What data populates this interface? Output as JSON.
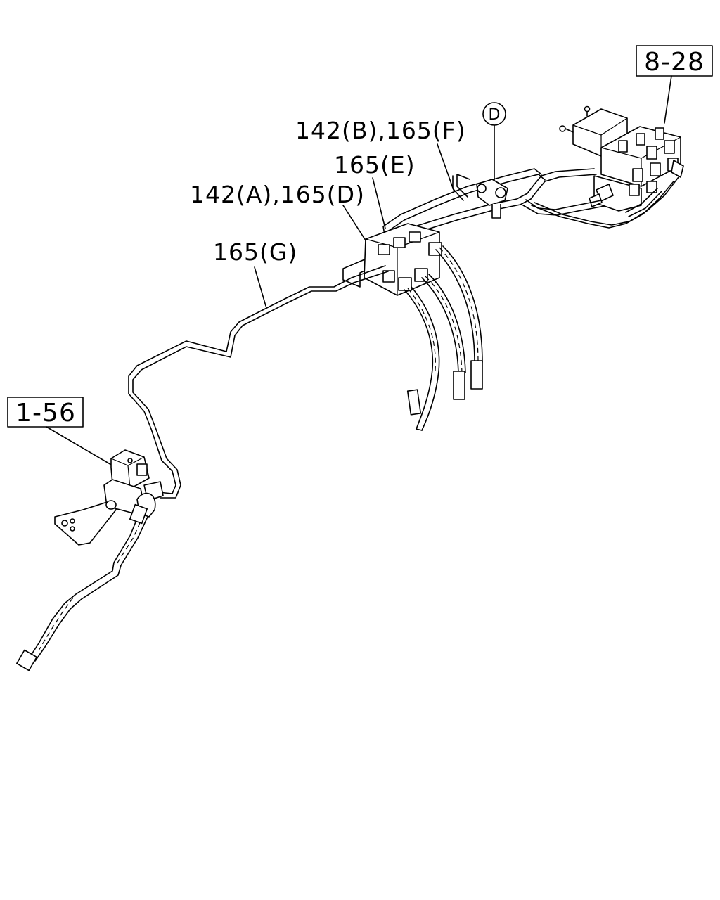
{
  "diagram": {
    "reference_boxes": [
      {
        "id": "ref-8-28",
        "text": "8-28"
      },
      {
        "id": "ref-1-56",
        "text": "1-56"
      }
    ],
    "callouts": [
      {
        "id": "callout-142b-165f",
        "text": "142(B),165(F)"
      },
      {
        "id": "callout-165e",
        "text": "165(E)"
      },
      {
        "id": "callout-142a-165d",
        "text": "142(A),165(D)"
      },
      {
        "id": "callout-165g",
        "text": "165(G)"
      }
    ],
    "detail_marker": {
      "text": "D"
    }
  }
}
